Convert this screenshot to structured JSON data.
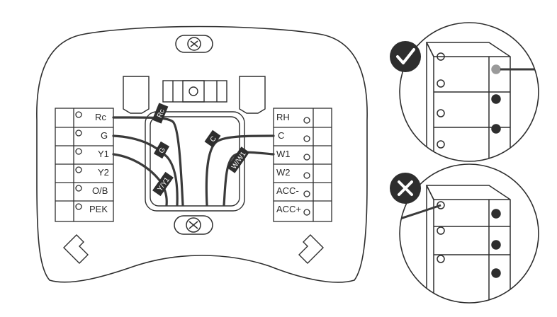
{
  "left_terminals": [
    "Rc",
    "G",
    "Y1",
    "Y2",
    "O/B",
    "PEK"
  ],
  "right_terminals": [
    "RH",
    "C",
    "W1",
    "W2",
    "ACC-",
    "ACC+"
  ],
  "wire_tags": [
    "Rc",
    "G",
    "Y/Y1",
    "C",
    "W/W1"
  ],
  "status": {
    "correct_icon": "check-icon",
    "incorrect_icon": "x-icon"
  },
  "colors": {
    "line": "#2e2e2e",
    "wire": "#3a3a3a",
    "badge": "#2e2e2e",
    "highlight": "#9a9a9a"
  }
}
